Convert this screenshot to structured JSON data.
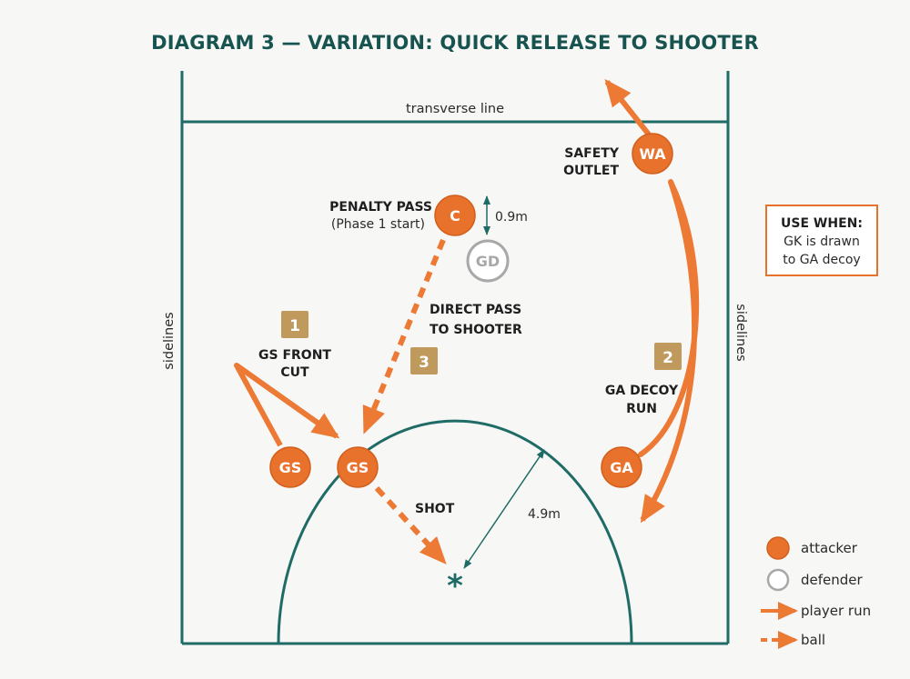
{
  "title": "DIAGRAM 3 — VARIATION: QUICK RELEASE TO SHOOTER",
  "court": {
    "transverse_line": "transverse line",
    "sideline_left": "sidelines",
    "sideline_right": "sidelines",
    "radius_label": "4.9m"
  },
  "players": {
    "c": "C",
    "gd": "GD",
    "wa": "WA",
    "ga": "GA",
    "gs_start": "GS",
    "gs_end": "GS"
  },
  "labels": {
    "penalty_pass": "PENALTY PASS",
    "phase_start": "(Phase 1 start)",
    "gap": "0.9m",
    "safety_line1": "SAFETY",
    "safety_line2": "OUTLET",
    "direct_line1": "DIRECT PASS",
    "direct_line2": "TO SHOOTER",
    "gs_cut_line1": "GS FRONT",
    "gs_cut_line2": "CUT",
    "decoy_line1": "GA DECOY",
    "decoy_line2": "RUN",
    "shot": "SHOT"
  },
  "steps": [
    "1",
    "2",
    "3"
  ],
  "note": {
    "heading": "USE WHEN:",
    "line1": "GK is drawn",
    "line2": "to GA decoy"
  },
  "legend": [
    {
      "key": "attacker",
      "label": "attacker"
    },
    {
      "key": "defender",
      "label": "defender"
    },
    {
      "key": "run",
      "label": "player run"
    },
    {
      "key": "ball",
      "label": "ball"
    }
  ],
  "colors": {
    "court_line": "#1f6b66",
    "title": "#17534f",
    "attacker": "#e8722c",
    "defender": "#a8a8a8",
    "step_badge": "#bf9a5c",
    "arrow": "#ec7a34"
  }
}
